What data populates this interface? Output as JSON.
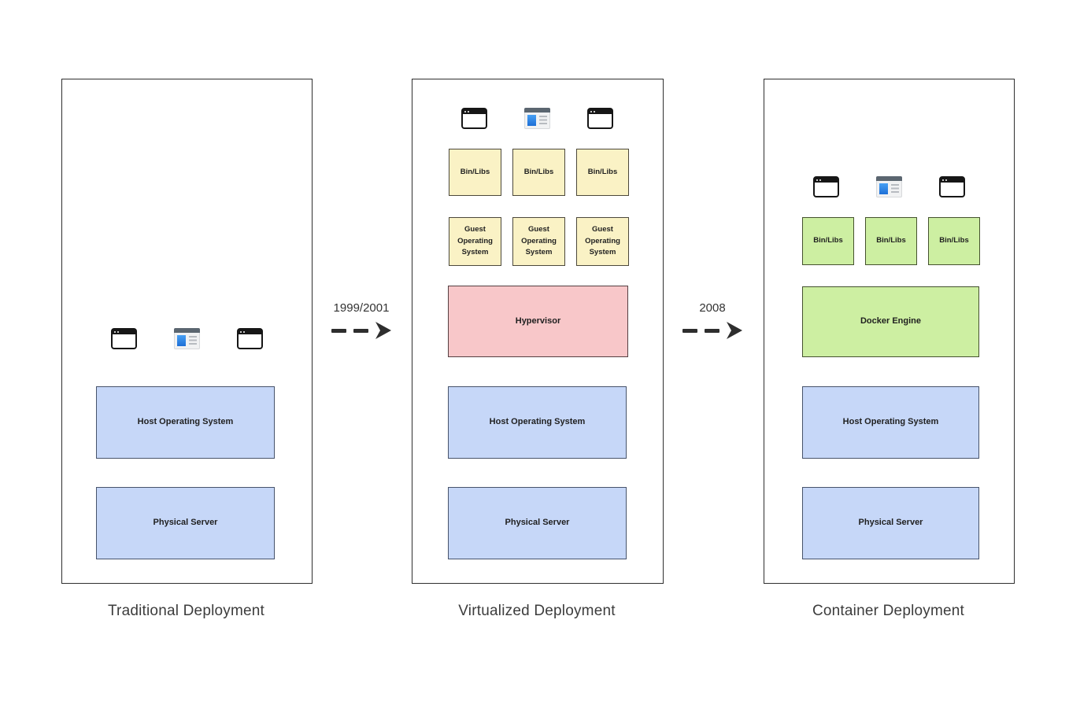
{
  "colors": {
    "panel_border": "#2f2f2f",
    "arrow": "#2e2e2e",
    "title_text": "#3c3c3c",
    "box_text": "#1f1f1f",
    "blue_fill": "#c6d7f8",
    "blue_border": "#47536b",
    "yellow_fill": "#faf2c5",
    "yellow_border": "#4c483b",
    "pink_fill": "#f8c7c9",
    "pink_border": "#553f41",
    "green_fill": "#cdefa2",
    "green_border": "#45522f"
  },
  "icons": {
    "browser_window": "browser-window-icon",
    "app_window": "app-window-icon"
  },
  "arrows": [
    {
      "label": "1999/2001"
    },
    {
      "label": "2008"
    }
  ],
  "panels": [
    {
      "title": "Traditional Deployment",
      "host_os": "Host Operating System",
      "physical": "Physical Server"
    },
    {
      "title": "Virtualized Deployment",
      "bin_libs": [
        "Bin/Libs",
        "Bin/Libs",
        "Bin/Libs"
      ],
      "guest_os": [
        "Guest Operating System",
        "Guest Operating System",
        "Guest Operating System"
      ],
      "hypervisor": "Hypervisor",
      "host_os": "Host Operating System",
      "physical": "Physical Server"
    },
    {
      "title": "Container Deployment",
      "bin_libs": [
        "Bin/Libs",
        "Bin/Libs",
        "Bin/Libs"
      ],
      "container_engine": "Docker Engine",
      "host_os": "Host Operating System",
      "physical": "Physical Server"
    }
  ]
}
